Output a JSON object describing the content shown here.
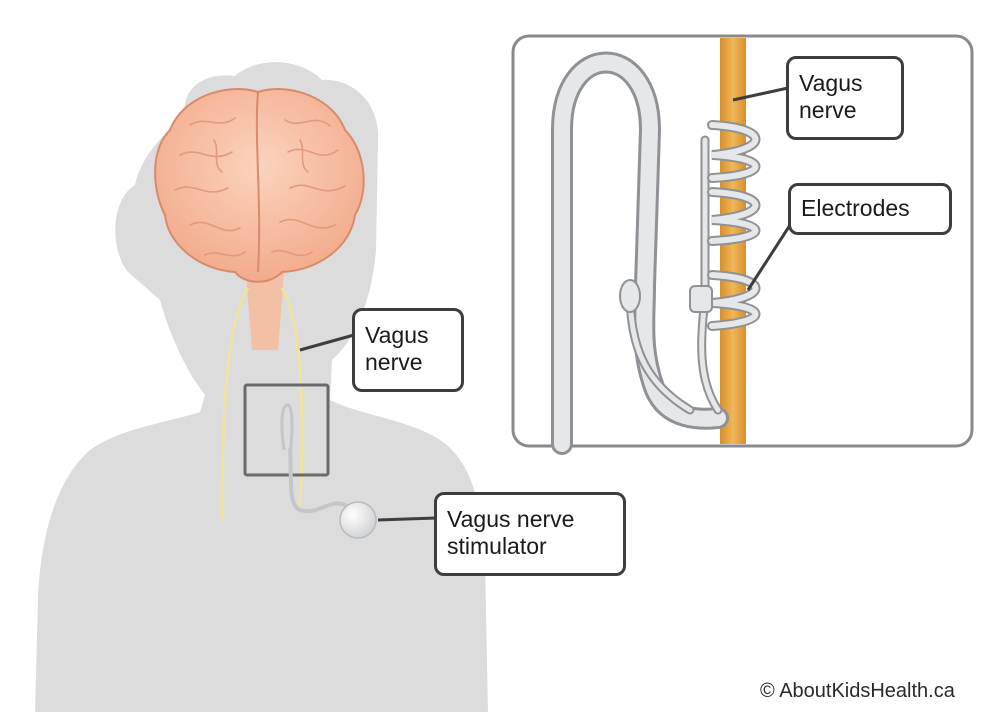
{
  "labels": {
    "body_nerve": {
      "line1": "Vagus",
      "line2": "nerve"
    },
    "stimulator": {
      "line1": "Vagus nerve",
      "line2": "stimulator"
    },
    "inset_nerve": {
      "line1": "Vagus",
      "line2": "nerve"
    },
    "electrodes": "Electrodes"
  },
  "copyright": "© AboutKidsHealth.ca",
  "colors": {
    "silhouette": "#dcdcdc",
    "brain": "#f6b99a",
    "brain_outline": "#d98a6c",
    "nerve_body": "#efe3a0",
    "nerve_inset": "#e3a33c",
    "lead_wire": "#c4c6c9",
    "callout_border": "#3d3d3d",
    "inset_border": "#8a8a8a"
  }
}
